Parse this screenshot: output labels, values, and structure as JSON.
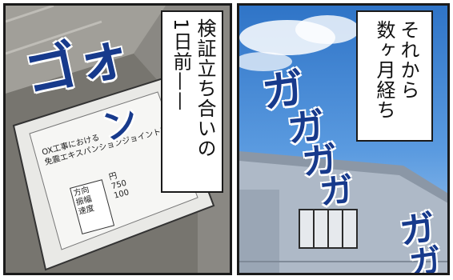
{
  "narration_left": {
    "lines": [
      "検証立ち合いの",
      "1日前——"
    ]
  },
  "narration_right": {
    "lines": [
      "それから",
      "数ヶ月経ち"
    ]
  },
  "sfx": {
    "left_big": "ゴォ",
    "left_small": "ン",
    "right_1": "ガ",
    "right_2": "ガ",
    "right_3": "ガ",
    "right_4": "ガ",
    "right_5": "ガ",
    "right_6": "ガ"
  },
  "whiteboard": {
    "title_line1": "OX工事における",
    "title_line2": "免震エキスパンションジョイント可動試験",
    "row_labels": [
      "方向",
      "振幅",
      "速度"
    ],
    "values": [
      "円",
      "750",
      "100"
    ]
  },
  "colors": {
    "sfx_blue": "#173a8c",
    "sky": "#3f86d6",
    "building": "#aeb9c7"
  }
}
